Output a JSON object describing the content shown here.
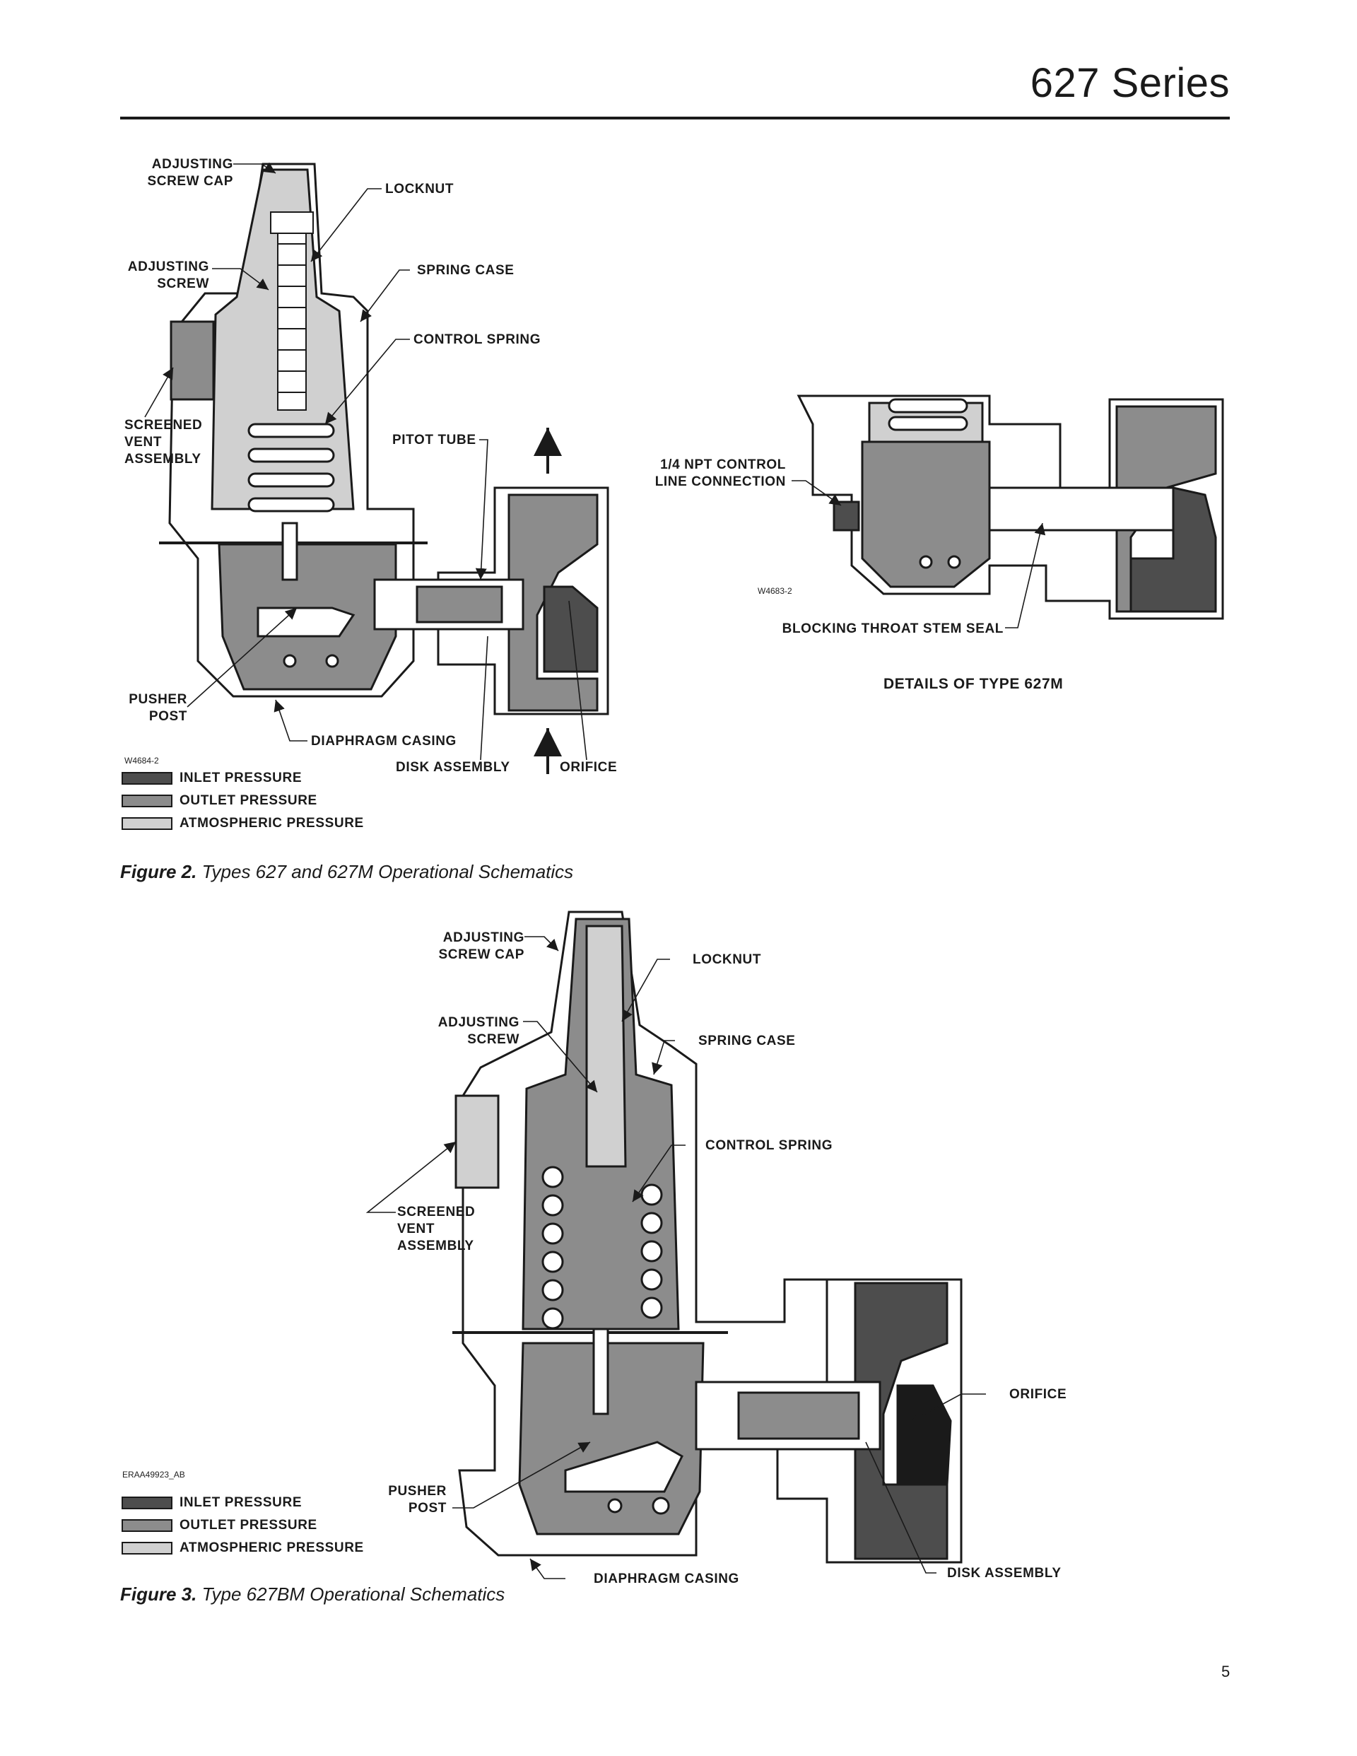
{
  "header": {
    "series_title": "627 Series"
  },
  "figure2": {
    "caption_number": "Figure 2.",
    "caption_text": " Types 627 and 627M Operational Schematics",
    "code_main": "W4684-2",
    "code_detail": "W4683-2",
    "detail_title": "DETAILS OF TYPE 627M",
    "labels": {
      "adjusting_screw_cap_1": "ADJUSTING",
      "adjusting_screw_cap_2": "SCREW CAP",
      "locknut": "LOCKNUT",
      "adjusting_screw_1": "ADJUSTING",
      "adjusting_screw_2": "SCREW",
      "spring_case": "SPRING CASE",
      "control_spring": "CONTROL SPRING",
      "screened_vent_1": "SCREENED",
      "screened_vent_2": "VENT",
      "screened_vent_3": "ASSEMBLY",
      "pitot_tube": "PITOT TUBE",
      "pusher_post_1": "PUSHER",
      "pusher_post_2": "POST",
      "diaphragm_casing": "DIAPHRAGM CASING",
      "disk_assembly": "DISK ASSEMBLY",
      "orifice": "ORIFICE",
      "npt_1": "1/4 NPT CONTROL",
      "npt_2": "LINE CONNECTION",
      "blocking_seal": "BLOCKING THROAT STEM SEAL"
    },
    "legend": [
      "INLET PRESSURE",
      "OUTLET PRESSURE",
      "ATMOSPHERIC PRESSURE"
    ]
  },
  "figure3": {
    "caption_number": "Figure 3.",
    "caption_text": " Type 627BM Operational Schematics",
    "code": "ERAA49923_AB",
    "labels": {
      "adjusting_screw_cap_1": "ADJUSTING",
      "adjusting_screw_cap_2": "SCREW CAP",
      "locknut": "LOCKNUT",
      "adjusting_screw_1": "ADJUSTING",
      "adjusting_screw_2": "SCREW",
      "spring_case": "SPRING CASE",
      "control_spring": "CONTROL SPRING",
      "screened_vent_1": "SCREENED",
      "screened_vent_2": "VENT",
      "screened_vent_3": "ASSEMBLY",
      "orifice": "ORIFICE",
      "pusher_post_1": "PUSHER",
      "pusher_post_2": "POST",
      "diaphragm_casing": "DIAPHRAGM CASING",
      "disk_assembly": "DISK ASSEMBLY"
    },
    "legend": [
      "INLET PRESSURE",
      "OUTLET PRESSURE",
      "ATMOSPHERIC PRESSURE"
    ]
  },
  "colors": {
    "inlet": "#4d4d4d",
    "outlet": "#8c8c8c",
    "atmospheric": "#d0d0d0",
    "line": "#1a1a1a"
  },
  "footer": {
    "page_number": "5"
  }
}
